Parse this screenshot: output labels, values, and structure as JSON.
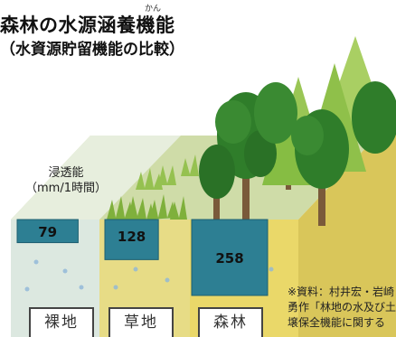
{
  "header": {
    "ruby": "かん",
    "title": "森林の水源涵養機能",
    "subtitle": "（水資源貯留機能の比較）"
  },
  "chart_data": {
    "type": "bar",
    "ylabel_line1": "浸透能",
    "ylabel_line2": "（mm/1時間）",
    "categories": [
      "裸地",
      "草地",
      "森林"
    ],
    "values": [
      79,
      128,
      258
    ],
    "series": [
      {
        "values": [
          79,
          128,
          258
        ]
      }
    ]
  },
  "source": {
    "lines": [
      "※資料：村井宏・岩崎",
      "勇作「林地の水及び土",
      "壌保全機能に関する"
    ]
  },
  "colors": {
    "bar": "#2d7f93",
    "bar_border": "#1d5f70",
    "soil_bare": "#dfe9e1",
    "soil_grass": "#e6db84",
    "soil_forest": "#e9d867",
    "top_surface": "#c9d99a",
    "grass": "#7fb03c",
    "tree_dark": "#2f7d2a",
    "tree_light": "#8fc04a",
    "trunk": "#7a5a3a"
  }
}
